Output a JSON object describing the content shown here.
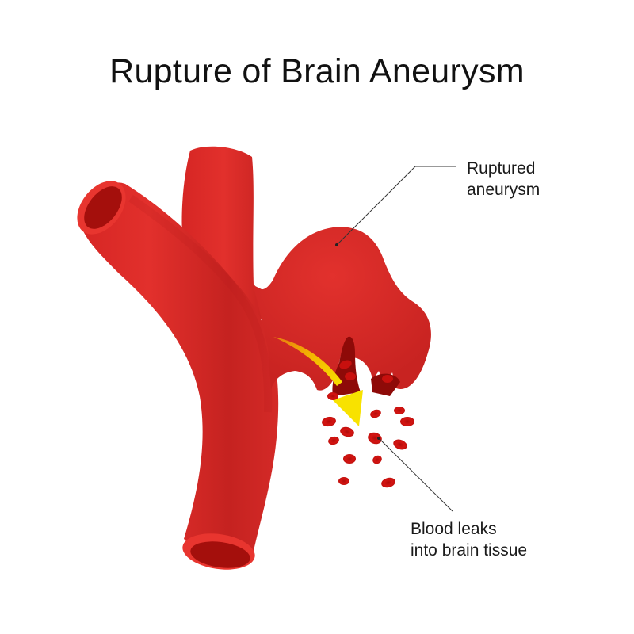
{
  "title": "Rupture of Brain Aneurysm",
  "labels": {
    "ruptured_aneurysm": [
      "Ruptured",
      "aneurysm"
    ],
    "blood_leak": [
      "Blood leaks",
      "into brain tissue"
    ]
  },
  "colors": {
    "vessel": "#db2a27",
    "vessel_dark": "#b81c1a",
    "vessel_lumen": "#a40f0c",
    "rbc": "#c8100e",
    "rupture_interior": "#8e0a08",
    "arrow": "#f5d800",
    "leader_line": "#333333"
  }
}
